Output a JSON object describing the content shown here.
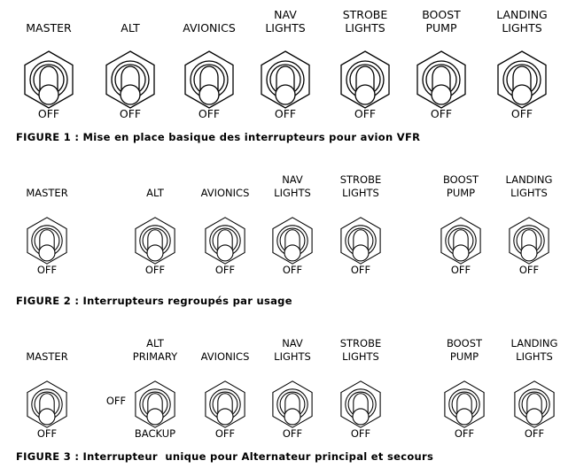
{
  "figures": [
    {
      "caption": "FIGURE 1 : Mise en place basique des interrupteurs pour avion VFR",
      "switches": [
        {
          "label": [
            "MASTER"
          ],
          "bottom": "OFF"
        },
        {
          "label": [
            "ALT"
          ],
          "bottom": "OFF"
        },
        {
          "label": [
            "AVIONICS"
          ],
          "bottom": "OFF"
        },
        {
          "label": [
            "NAV",
            "LIGHTS"
          ],
          "bottom": "OFF"
        },
        {
          "label": [
            "STROBE",
            "LIGHTS"
          ],
          "bottom": "OFF"
        },
        {
          "label": [
            "BOOST",
            "PUMP"
          ],
          "bottom": "OFF"
        },
        {
          "label": [
            "LANDING",
            "LIGHTS"
          ],
          "bottom": "OFF"
        }
      ]
    },
    {
      "caption": "FIGURE 2 : Interrupteurs regroupés par usage",
      "switches": [
        {
          "label": [
            "MASTER"
          ],
          "bottom": "OFF"
        },
        {
          "label": [
            "ALT"
          ],
          "bottom": "OFF"
        },
        {
          "label": [
            "AVIONICS"
          ],
          "bottom": "OFF"
        },
        {
          "label": [
            "NAV",
            "LIGHTS"
          ],
          "bottom": "OFF"
        },
        {
          "label": [
            "STROBE",
            "LIGHTS"
          ],
          "bottom": "OFF"
        },
        {
          "label": [
            "BOOST",
            "PUMP"
          ],
          "bottom": "OFF"
        },
        {
          "label": [
            "LANDING",
            "LIGHTS"
          ],
          "bottom": "OFF"
        }
      ]
    },
    {
      "caption": "FIGURE 3 : Interrupteur  unique pour Alternateur principal et secours",
      "switches": [
        {
          "label": [
            "MASTER"
          ],
          "bottom": "OFF"
        },
        {
          "label": [
            "ALT",
            "PRIMARY"
          ],
          "bottom": "BACKUP",
          "side": "OFF"
        },
        {
          "label": [
            "AVIONICS"
          ],
          "bottom": "OFF"
        },
        {
          "label": [
            "NAV",
            "LIGHTS"
          ],
          "bottom": "OFF"
        },
        {
          "label": [
            "STROBE",
            "LIGHTS"
          ],
          "bottom": "OFF"
        },
        {
          "label": [
            "BOOST",
            "PUMP"
          ],
          "bottom": "OFF"
        },
        {
          "label": [
            "LANDING",
            "LIGHTS"
          ],
          "bottom": "OFF"
        }
      ]
    }
  ]
}
